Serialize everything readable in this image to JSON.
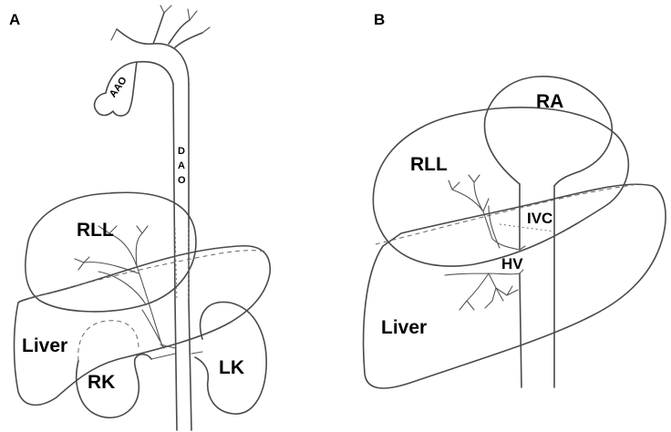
{
  "panels": {
    "a": {
      "letter": "A",
      "labels": {
        "aao": "AAO",
        "dao_1": "D",
        "dao_2": "A",
        "dao_3": "O",
        "rll": "RLL",
        "liver": "Liver",
        "rk": "RK",
        "lk": "LK"
      }
    },
    "b": {
      "letter": "B",
      "labels": {
        "ra": "RA",
        "rll": "RLL",
        "ivc": "IVC",
        "hv": "HV",
        "liver": "Liver"
      }
    }
  },
  "colors": {
    "line": "#4a4a4a",
    "text": "#000000",
    "background": "#ffffff"
  }
}
